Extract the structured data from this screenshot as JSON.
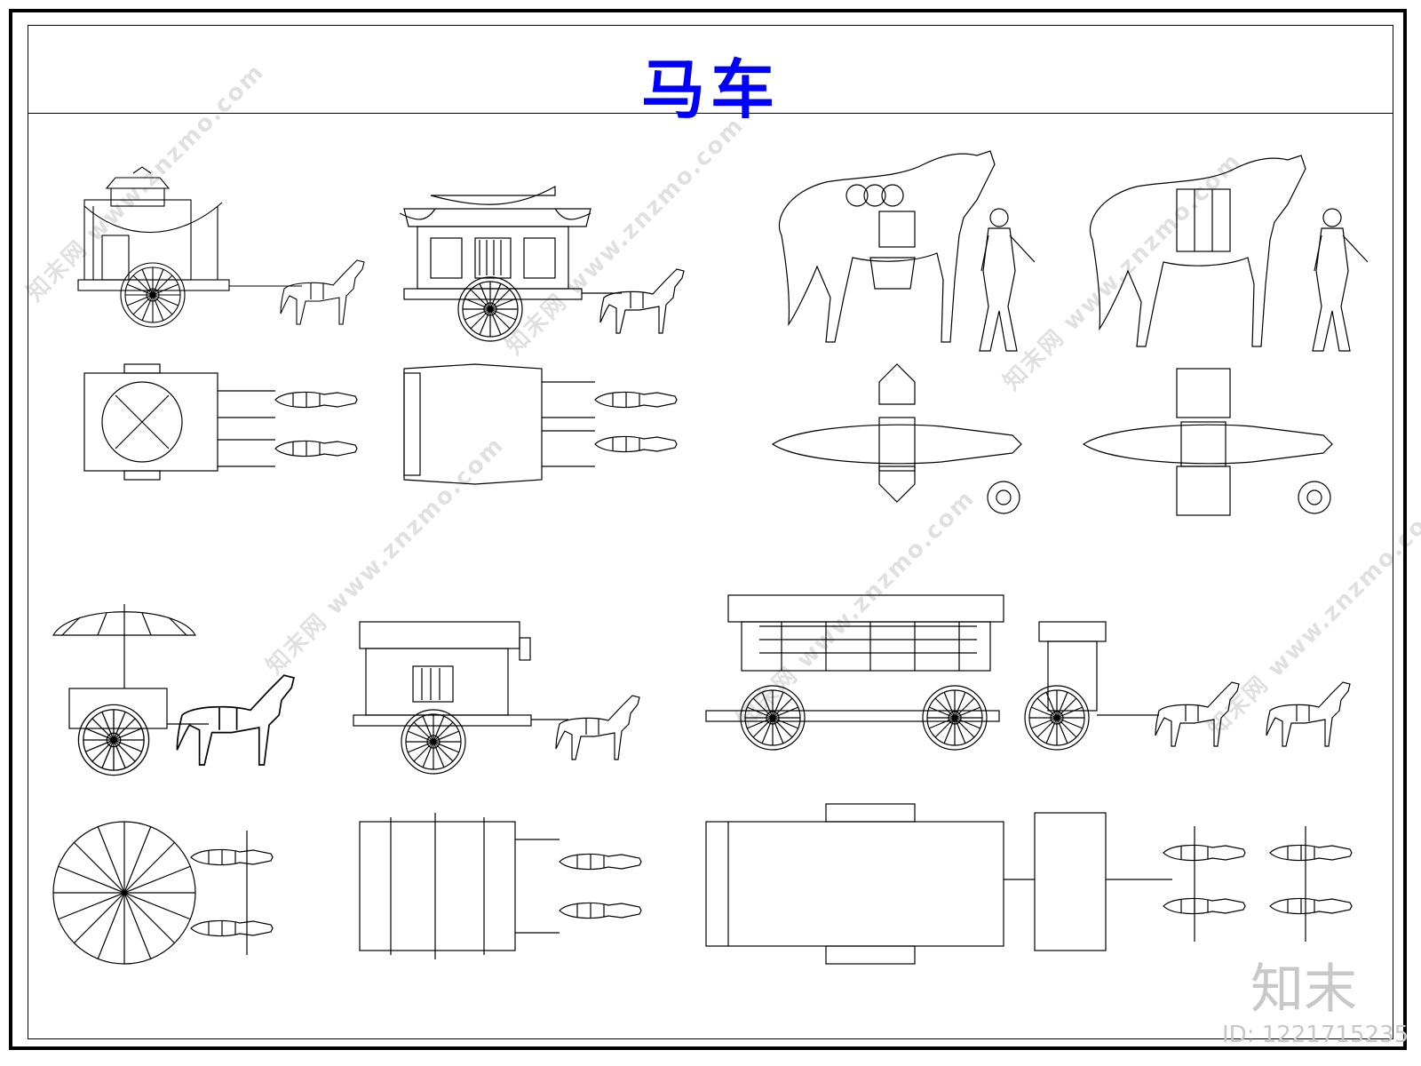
{
  "title": "马车",
  "title_color": "#0000ff",
  "watermark": "知末网 www.znzmo.com",
  "logo_text": "知末",
  "image_id_text": "ID: 1221715235"
}
